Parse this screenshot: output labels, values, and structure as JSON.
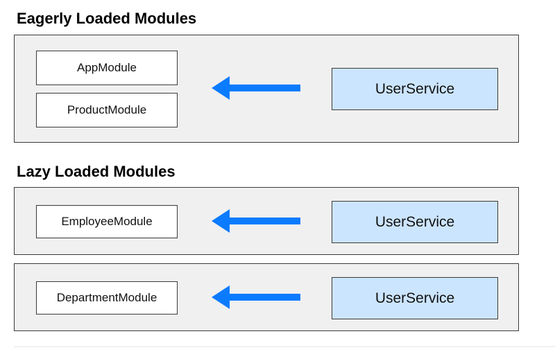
{
  "sections": {
    "eager_title": "Eagerly Loaded Modules",
    "lazy_title": "Lazy Loaded Modules"
  },
  "eager": {
    "modules": [
      "AppModule",
      "ProductModule"
    ],
    "service": "UserService"
  },
  "lazy": [
    {
      "module": "EmployeeModule",
      "service": "UserService"
    },
    {
      "module": "DepartmentModule",
      "service": "UserService"
    }
  ],
  "colors": {
    "panel_bg": "#f0f0f0",
    "service_bg": "#cce5ff",
    "arrow": "#0b7bff"
  },
  "icons": {
    "arrow": "arrow-left-icon"
  }
}
